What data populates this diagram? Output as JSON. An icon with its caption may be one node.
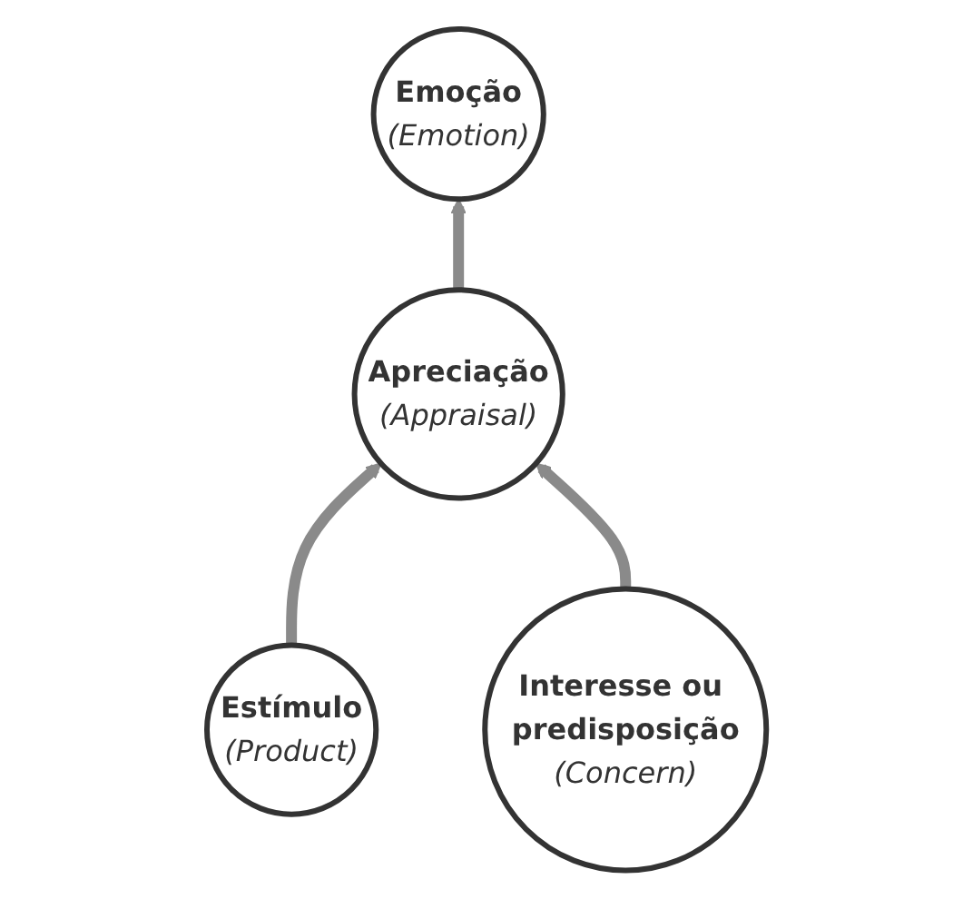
{
  "diagram": {
    "nodes": [
      {
        "text": [
          "Emoção",
          "(Emotion)"
        ]
      },
      {
        "text": [
          "Apreciação",
          "(Appraisal)"
        ]
      },
      {
        "text": [
          "Estímulo",
          "(Product)"
        ]
      },
      {
        "text": [
          "Interesse ou predisposição",
          "(Concern)"
        ]
      }
    ],
    "edges": [
      {
        "from": 1,
        "to": 0,
        "arrow": "to"
      },
      {
        "from": 2,
        "to": 1,
        "arrow": "to"
      },
      {
        "from": 3,
        "to": 1,
        "arrow": "to"
      }
    ]
  }
}
